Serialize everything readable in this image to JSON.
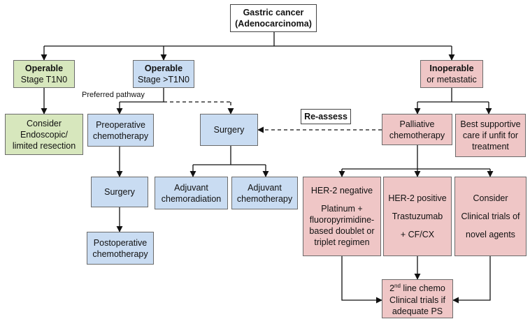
{
  "root": {
    "line1": "Gastric cancer",
    "line2": "(Adenocarcinoma)"
  },
  "operable_t1": {
    "line1": "Operable",
    "line2": "Stage T1N0"
  },
  "operable_gt": {
    "line1": "Operable",
    "line2": "Stage >T1N0"
  },
  "inoperable": {
    "line1": "Inoperable",
    "line2": "or metastatic"
  },
  "preferred_label": "Preferred pathway",
  "reassess_label": "Re-assess",
  "endoscopic": {
    "line1": "Consider",
    "line2": "Endoscopic/",
    "line3": "limited resection"
  },
  "preop": {
    "line1": "Preoperative",
    "line2": "chemotherapy"
  },
  "surgery_main": "Surgery",
  "palliative": {
    "line1": "Palliative",
    "line2": "chemotherapy"
  },
  "best_supportive": {
    "line1": "Best supportive",
    "line2": "care if unfit for",
    "line3": "treatment"
  },
  "surgery_left": "Surgery",
  "adj_chemorad": {
    "line1": "Adjuvant",
    "line2": "chemoradiation"
  },
  "adj_chemo": {
    "line1": "Adjuvant",
    "line2": "chemotherapy"
  },
  "postop": {
    "line1": "Postoperative",
    "line2": "chemotherapy"
  },
  "her2_neg": {
    "title": "HER-2 negative",
    "l1": "Platinum +",
    "l2": "fluoropyrimidine-",
    "l3": "based doublet or",
    "l4": "triplet regimen"
  },
  "her2_pos": {
    "title": "HER-2 positive",
    "l1": "Trastuzumab",
    "l2": "+ CF/CX"
  },
  "consider": {
    "title": "Consider",
    "l1": "Clinical trials of",
    "l2": "novel agents"
  },
  "second_line": {
    "l1": "2",
    "sup": "nd",
    "l1b": " line chemo",
    "l2": "Clinical trials if",
    "l3": "adequate PS"
  },
  "colors": {
    "green": "#d7e7bd",
    "blue": "#c9dcf2",
    "pink": "#efc6c6",
    "line": "#111111"
  }
}
